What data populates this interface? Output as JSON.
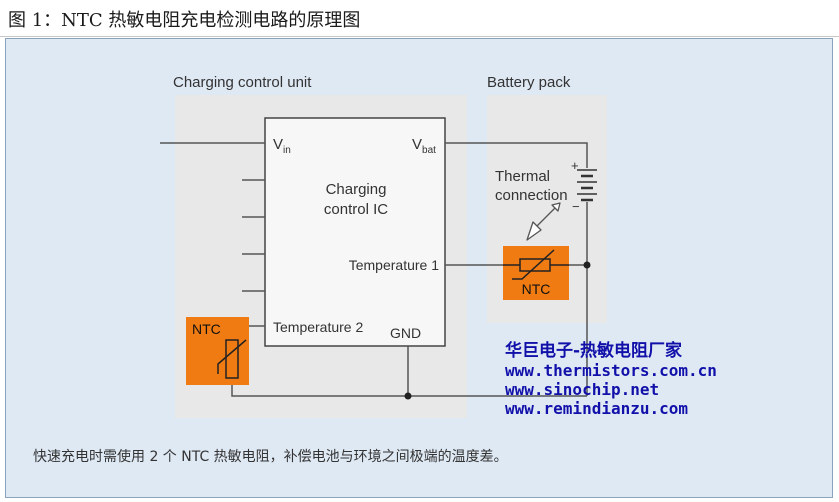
{
  "header": {
    "title": "图 1：NTC 热敏电阻充电检测电路的原理图"
  },
  "diagram": {
    "charging_unit_label": "Charging control unit",
    "battery_pack_label": "Battery pack",
    "ic_label_line1": "Charging",
    "ic_label_line2": "control IC",
    "vin_main": "V",
    "vin_sub": "in",
    "vbat_main": "V",
    "vbat_sub": "bat",
    "temp1_label": "Temperature 1",
    "temp2_label": "Temperature 2",
    "gnd_label": "GND",
    "thermal_line1": "Thermal",
    "thermal_line2": "connection",
    "ntc_label_1": "NTC",
    "ntc_label_2": "NTC",
    "plus_sign": "+",
    "minus_sign": "−",
    "ntc_color": "#f07b12"
  },
  "watermark": {
    "company": "华巨电子-热敏电阻厂家",
    "url1": "www.thermistors.com.cn",
    "url2": "www.sinochip.net",
    "url3": "www.remindianzu.com",
    "color": "#1111aa"
  },
  "footer": {
    "caption": "快速充电时需使用 2 个 NTC 热敏电阻，补偿电池与环境之间极端的温度差。"
  }
}
